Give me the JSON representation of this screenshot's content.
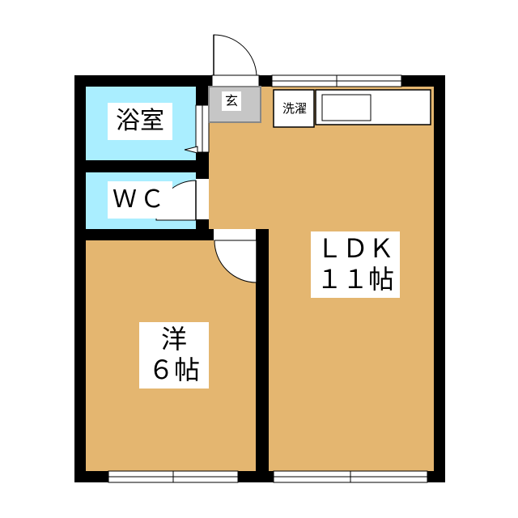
{
  "rooms": {
    "bath": {
      "label": "浴室"
    },
    "wc": {
      "label": "ＷＣ"
    },
    "genkan": {
      "label": "玄"
    },
    "washer": {
      "label": "洗濯"
    },
    "ldk": {
      "name": "ＬＤＫ",
      "size": "１１帖"
    },
    "western": {
      "name": "洋",
      "size": "６帖"
    }
  },
  "colors": {
    "wall": "#000000",
    "wet_area": "#aaeeff",
    "floor": "#e4b670",
    "entry": "#c6c6c6"
  }
}
